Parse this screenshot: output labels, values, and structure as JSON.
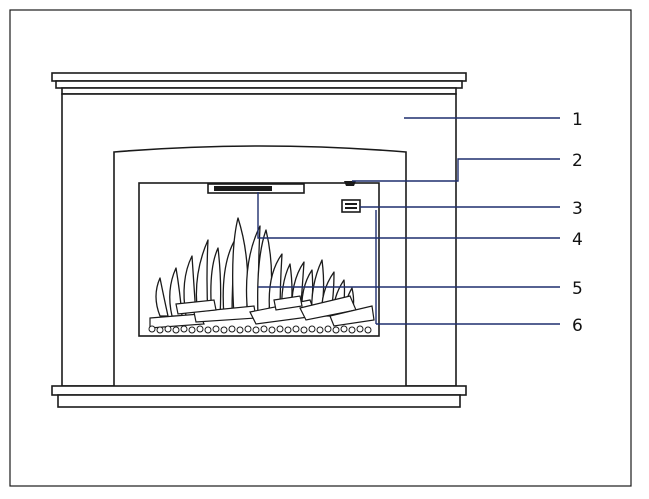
{
  "colors": {
    "line": "#1a1a1a",
    "leader": "#1f2f6e",
    "background": "#ffffff"
  },
  "callouts": [
    {
      "number": "1",
      "part": "mantel-surround"
    },
    {
      "number": "2",
      "part": "receiver-switch"
    },
    {
      "number": "3",
      "part": "control-panel"
    },
    {
      "number": "4",
      "part": "heater-outlet"
    },
    {
      "number": "5",
      "part": "flame-effect"
    },
    {
      "number": "6",
      "part": "log-bed"
    }
  ]
}
